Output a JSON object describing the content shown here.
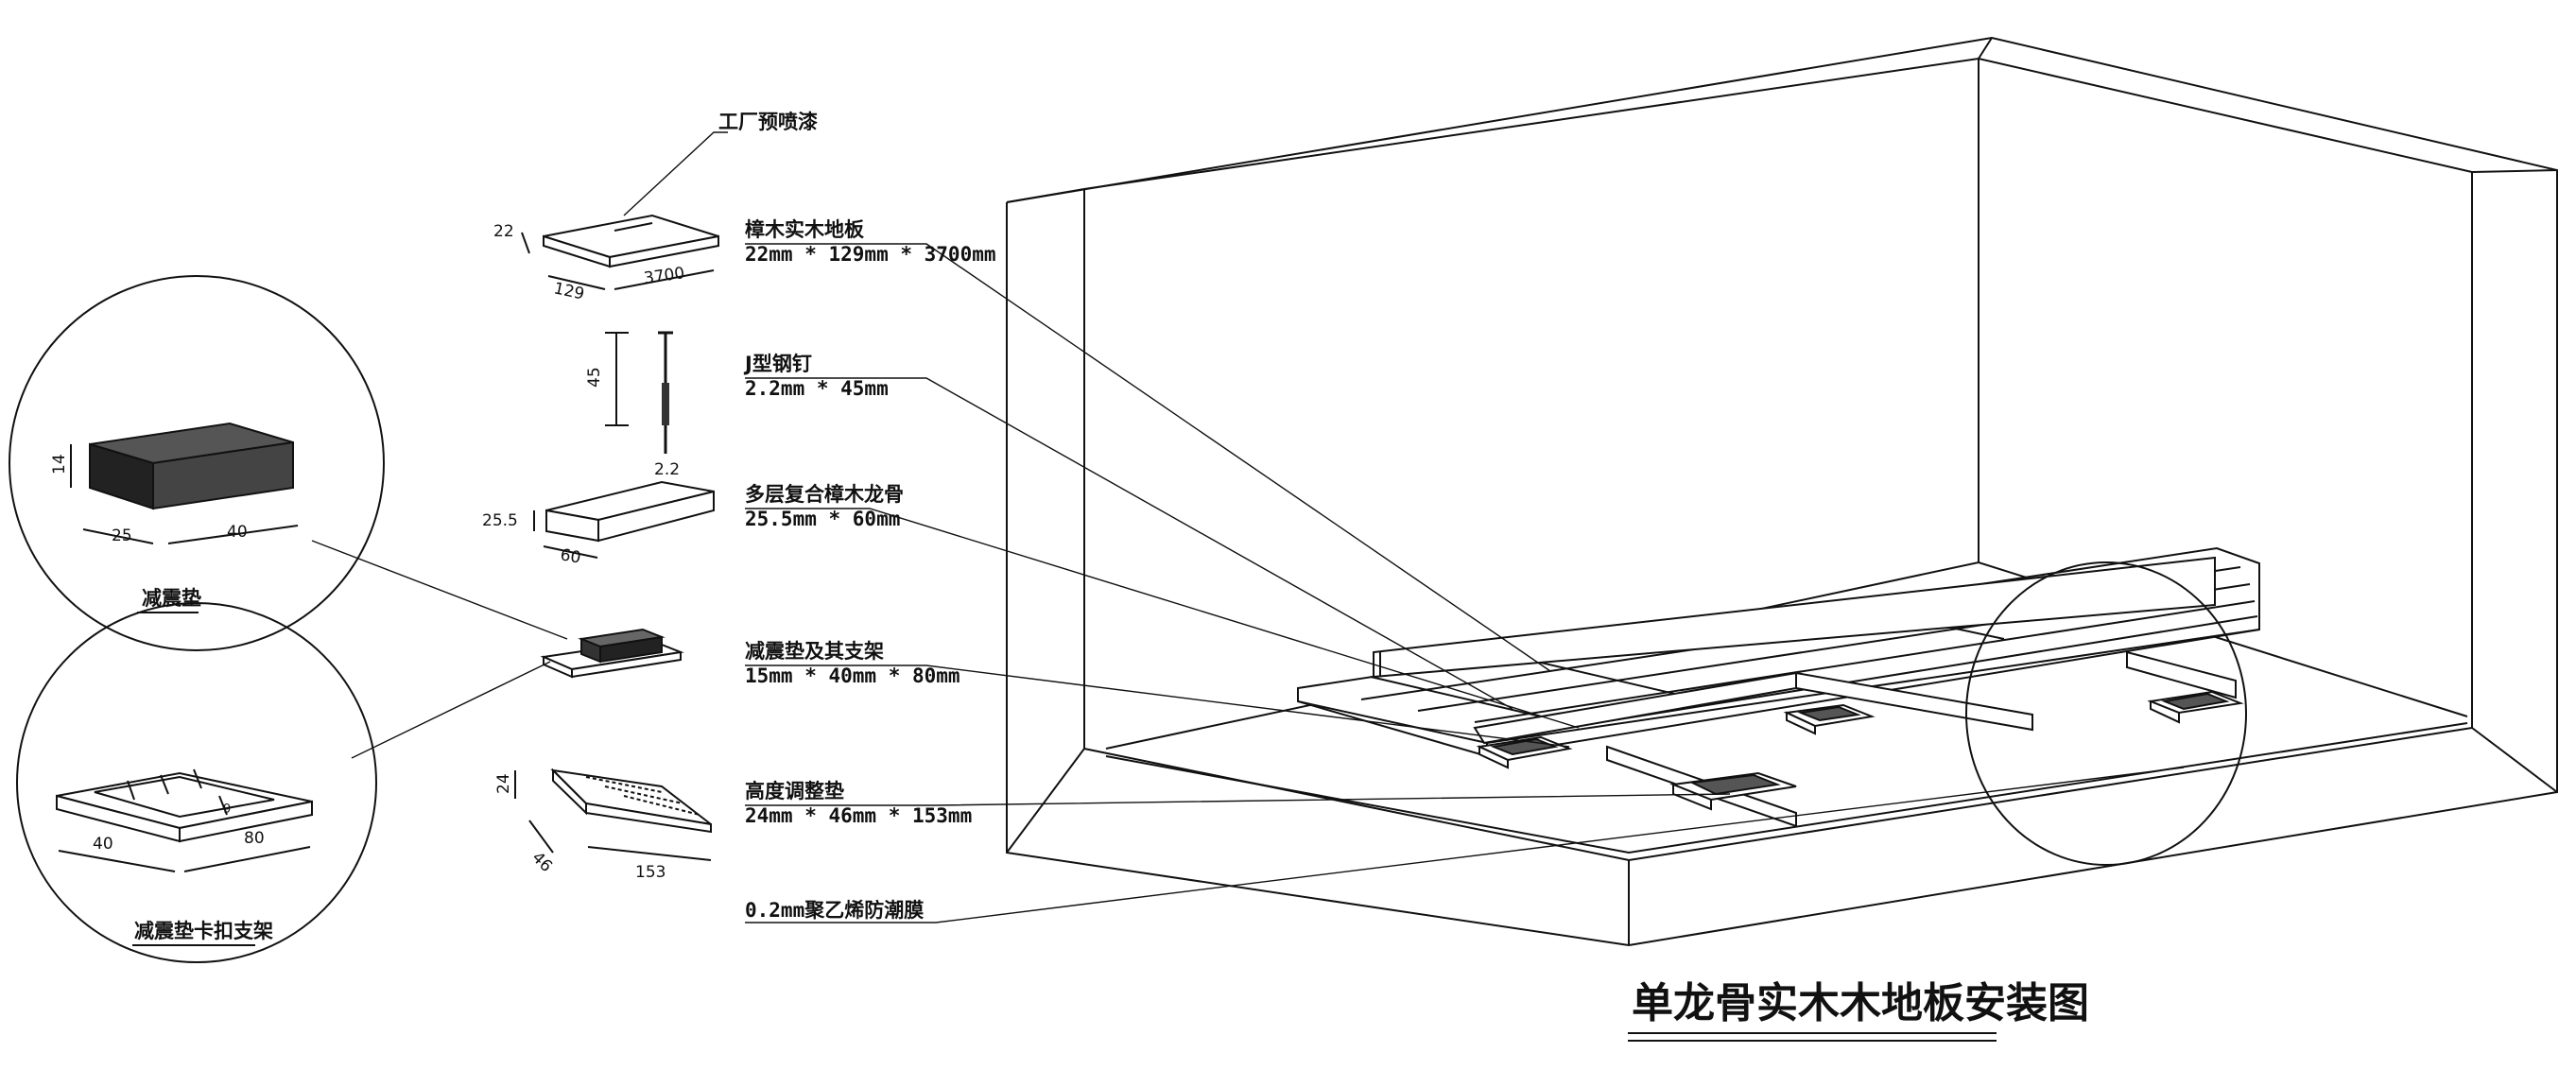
{
  "title": "单龙骨实木木地板安装图",
  "labels": {
    "factory_paint": "工厂预喷漆",
    "floor_name": "樟木实木地板",
    "floor_spec": "22mm * 129mm * 3700mm",
    "nail_name": "J型钢钉",
    "nail_spec": "2.2mm * 45mm",
    "joist_name": "多层复合樟木龙骨",
    "joist_spec": "25.5mm * 60mm",
    "pad_name": "减震垫及其支架",
    "pad_spec": "15mm * 40mm * 80mm",
    "height_name": "高度调整垫",
    "height_spec": "24mm * 46mm * 153mm",
    "film_name": "0.2mm聚乙烯防潮膜"
  },
  "detail_circles": {
    "pad_title": "减震垫",
    "bracket_title": "减震垫卡扣支架"
  },
  "dims": {
    "floor_thick": "22",
    "floor_width": "129",
    "floor_length": "3700",
    "nail_length": "45",
    "nail_dia": "2.2",
    "joist_height": "25.5",
    "joist_width": "60",
    "pad_height": "14",
    "pad_width": "25",
    "pad_length": "40",
    "bracket_width": "40",
    "bracket_length": "80",
    "bracket_small": "9",
    "adj_height": "24",
    "adj_width": "46",
    "adj_length": "153"
  }
}
